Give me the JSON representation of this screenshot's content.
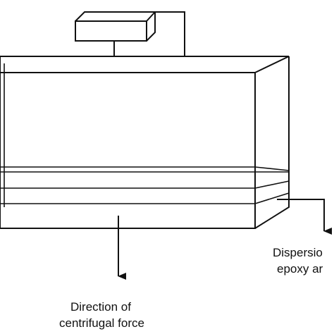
{
  "labels": {
    "direction_line1": "Direction of",
    "direction_line2": "centrifugal force",
    "dispersion_line1": "Dispersio",
    "dispersion_line2": "epoxy ar"
  },
  "colors": {
    "stroke": "#111111",
    "background": "#ffffff"
  }
}
